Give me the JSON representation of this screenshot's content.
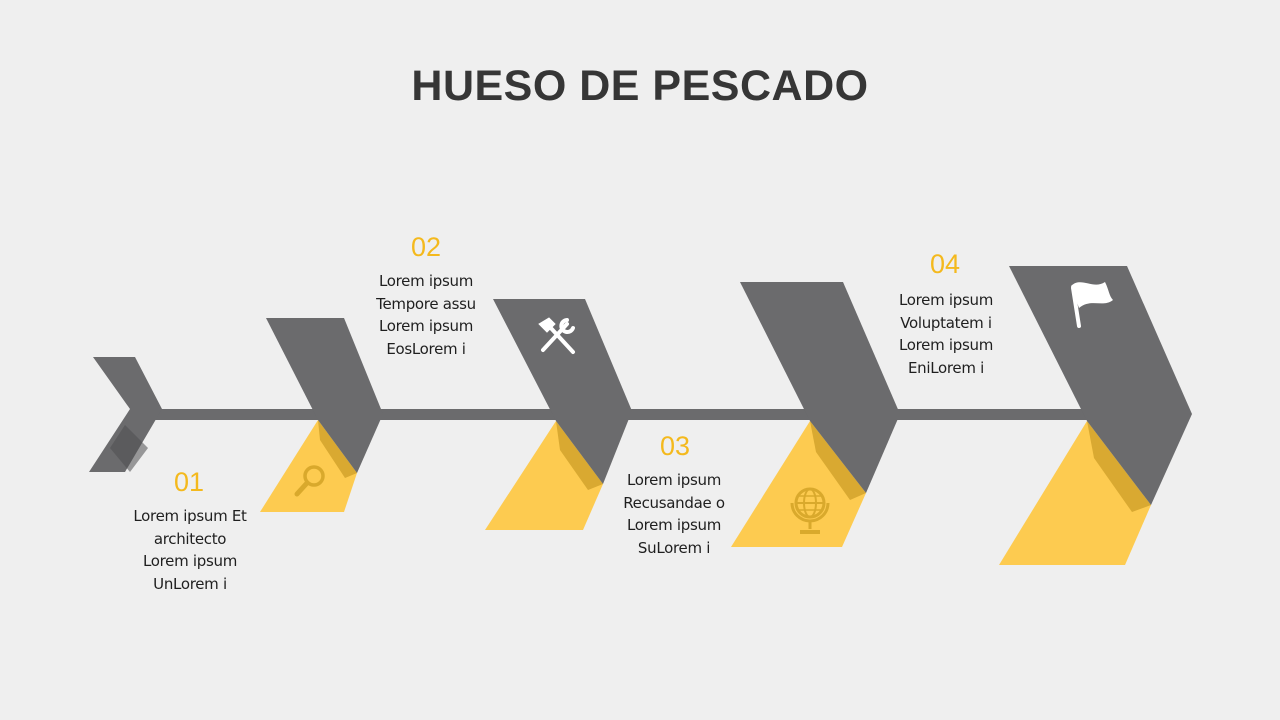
{
  "title": "HUESO DE PESCADO",
  "colors": {
    "gray": "#6b6b6d",
    "yellow": "#fdcb50",
    "yellow_dark": "#d9a92c",
    "accent_text": "#f4b91d",
    "background": "#efefef"
  },
  "steps": [
    {
      "number": "01",
      "icon": "magnifier-icon",
      "lines": [
        "Lorem ipsum Et",
        "architecto",
        "Lorem ipsum",
        "UnLorem i"
      ]
    },
    {
      "number": "02",
      "icon": "tools-icon",
      "lines": [
        "Lorem ipsum",
        "Tempore assu",
        "Lorem ipsum",
        "EosLorem i"
      ]
    },
    {
      "number": "03",
      "icon": "globe-icon",
      "lines": [
        "Lorem ipsum",
        "Recusandae o",
        "Lorem ipsum",
        "SuLorem i"
      ]
    },
    {
      "number": "04",
      "icon": "flag-icon",
      "lines": [
        "Lorem ipsum",
        "Voluptatem i",
        "Lorem ipsum",
        "EniLorem i"
      ]
    }
  ]
}
